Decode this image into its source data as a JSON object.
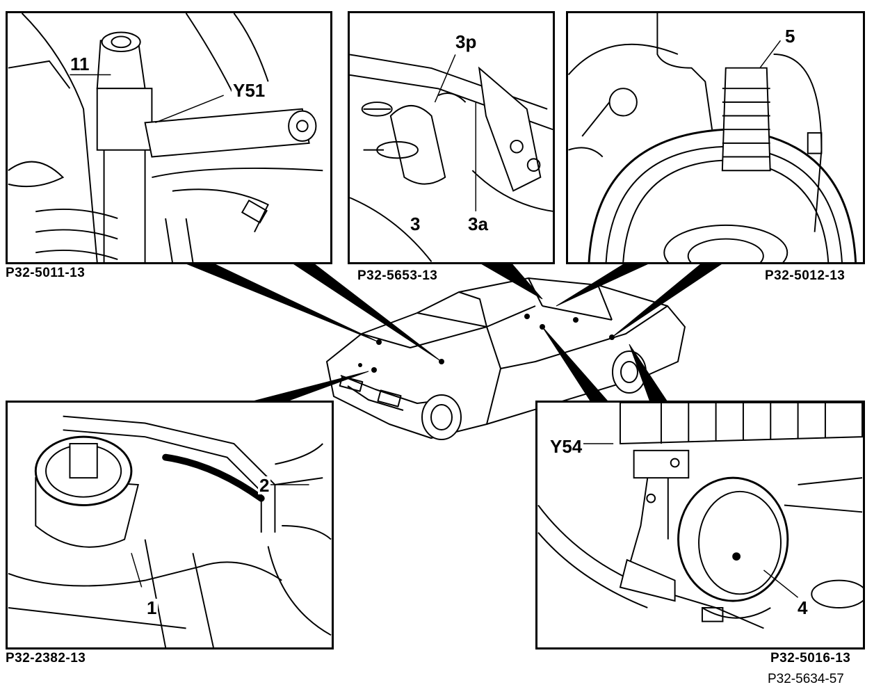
{
  "panels": {
    "top_left": {
      "ref": "P32-5011-13",
      "callouts": {
        "c11": "11",
        "cY51": "Y51"
      }
    },
    "top_mid": {
      "ref": "P32-5653-13",
      "callouts": {
        "c3p": "3p",
        "c3": "3",
        "c3a": "3a"
      }
    },
    "top_right": {
      "ref": "P32-5012-13",
      "callouts": {
        "c5": "5"
      }
    },
    "bottom_left": {
      "ref": "P32-2382-13",
      "callouts": {
        "c2": "2",
        "c1": "1"
      }
    },
    "bottom_right": {
      "ref": "P32-5016-13",
      "callouts": {
        "cY54": "Y54",
        "c4": "4"
      }
    }
  },
  "figure_id": "P32-5634-57",
  "colors": {
    "ink": "#000000",
    "paper": "#ffffff"
  }
}
